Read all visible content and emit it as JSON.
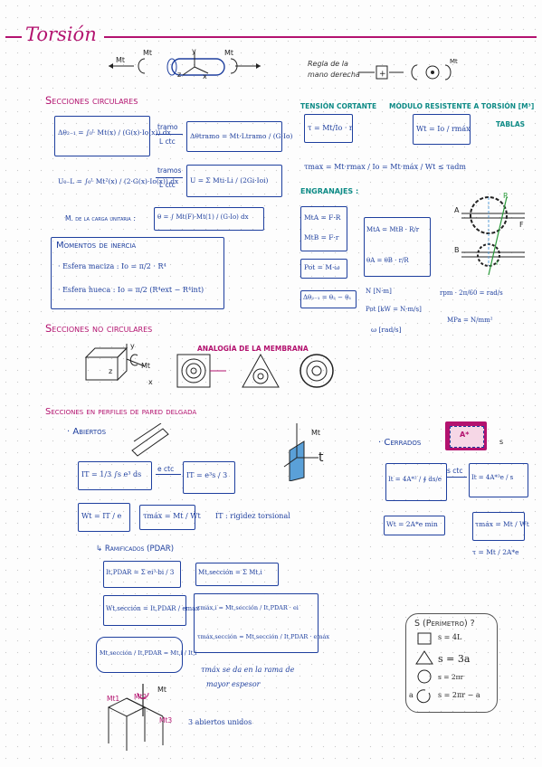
{
  "title": "Torsión",
  "header": {
    "mt_left": "Mt",
    "mt_mid": "Mt",
    "mt_right": "Mt",
    "mt_rule": "Mt",
    "rule_label_1": "Regla de la",
    "rule_label_2": "mano derecha",
    "axis_x": "x",
    "axis_y": "y",
    "axis_z": "z"
  },
  "circular": {
    "heading": "Secciones circulares",
    "eq1_lhs": "Δθ₂₋₁ = ∫₀ᴸ Mt(x) / (G(x)·Io(x)) dx",
    "tramo_top": "tramo",
    "tramo_bottom": "L ctc",
    "eq1_rhs": "Δθtramo = Mt·Ltramo / (G·Io)",
    "eq2_lhs": "U₀₋L = ∫₀ᴸ Mt²(x) / (2·G(x)·Io(x)) dx",
    "tramos_top": "tramos",
    "tramos_bottom": "L ctc",
    "eq2_rhs": "U = Σ Mti·Li / (2Gi·Ioi)",
    "unit_load_label": "M. de la carga unitaria :",
    "unit_load_eq": "θ = ∫ Mt(F)·Mt(1) / (G·Io) dx",
    "inertia_heading": "Momentos de inercia",
    "solid_sphere": "· Esfera maciza : Io = π/2 · R⁴",
    "hollow_sphere": "· Esfera hueca : Io = π/2 (R⁴ext − R⁴int)"
  },
  "shear": {
    "heading": "Tensión cortante",
    "eq": "τ = Mt/Io · r",
    "tmax": "τmax = Mt·rmax / Io = Mt·máx / Wt ≤ τadm"
  },
  "modulus": {
    "heading": "Módulo resistente a torsión [m³]",
    "eq": "Wt = Io / rmáx",
    "tables": "Tablas"
  },
  "gears": {
    "heading": "Engranajes :",
    "fa": "MtA = F·R",
    "fb": "MtB = F·r",
    "ratio": "MtA = MtB · R/r",
    "theta": "θA = θB · r/R",
    "pot": "Pot = M·ω",
    "dtheta": "Δθ₂₋₁ = θ₂ − θ₁",
    "units_n": "N [N·m]",
    "units_pot": "Pot [kW = N·m/s]",
    "units_w": "ω [rad/s]",
    "rpm": "rpm · 2π/60 = rad/s",
    "mpa": "MPa = N/mm²",
    "label_a": "A",
    "label_b": "B",
    "label_r": "R",
    "label_rr": "r",
    "label_f": "F"
  },
  "noncircular": {
    "heading": "Secciones no circulares",
    "analogy": "Analogía de la membrana",
    "mt": "Mt",
    "axis_y": "y",
    "axis_z": "z",
    "axis_x": "x"
  },
  "thin": {
    "heading": "Secciones en perfiles de pared delgada",
    "open_heading": "· Abiertos",
    "open_eq1": "IT = 1/3 ∫s e³ ds",
    "open_arrow": "e ctc",
    "open_eq2": "IT = e³s / 3",
    "open_wt": "Wt = IT / e",
    "open_tmax": "τmáx = Mt / Wt",
    "rigidity": "IT : rigidez torsional",
    "closed_heading": "· Cerrados",
    "closed_a": "A*",
    "closed_s": "s",
    "closed_eq1": "It = 4A*² / ∮ ds/e",
    "closed_arrow": "s ctc",
    "closed_eq2": "It = 4A*²e / s",
    "closed_wt": "Wt = 2A*e min",
    "closed_tmax": "τmáx = Mt / Wt",
    "closed_tau": "τ = Mt / 2A*e",
    "profile_t": "t",
    "profile_mt": "Mt",
    "ramified_heading": "↳ Ramificados (PDAR)",
    "ram_it": "It,PDAR = Σ ei³·bi / 3",
    "ram_mt": "Mt,sección = Σ Mt,i",
    "ram_wt": "Wt,sección = It,PDAR / emáx",
    "ram_tmax_i": "τmáx,i = Mt,sección / It,PDAR · ei",
    "ram_tmax_s": "τmáx,sección = Mt,sección / It,PDAR · emáx",
    "ram_ratio": "Mt,sección / It,PDAR = Mt,i / It,i",
    "ram_note_1": "τmáx se da en la rama de",
    "ram_note_2": "mayor espesor",
    "three_open": "3 abiertos unidos",
    "mt_label": "Mt",
    "mt1": "Mt1",
    "mt2": "Mt2",
    "mt3": "Mt3"
  },
  "perimeter": {
    "heading": "S (Perímetro) ?",
    "square": "s = 4L",
    "triangle": "s = 3a",
    "circle": "s = 2πr",
    "open_circle_a": "a",
    "open_circle": "s = 2πr − a"
  }
}
